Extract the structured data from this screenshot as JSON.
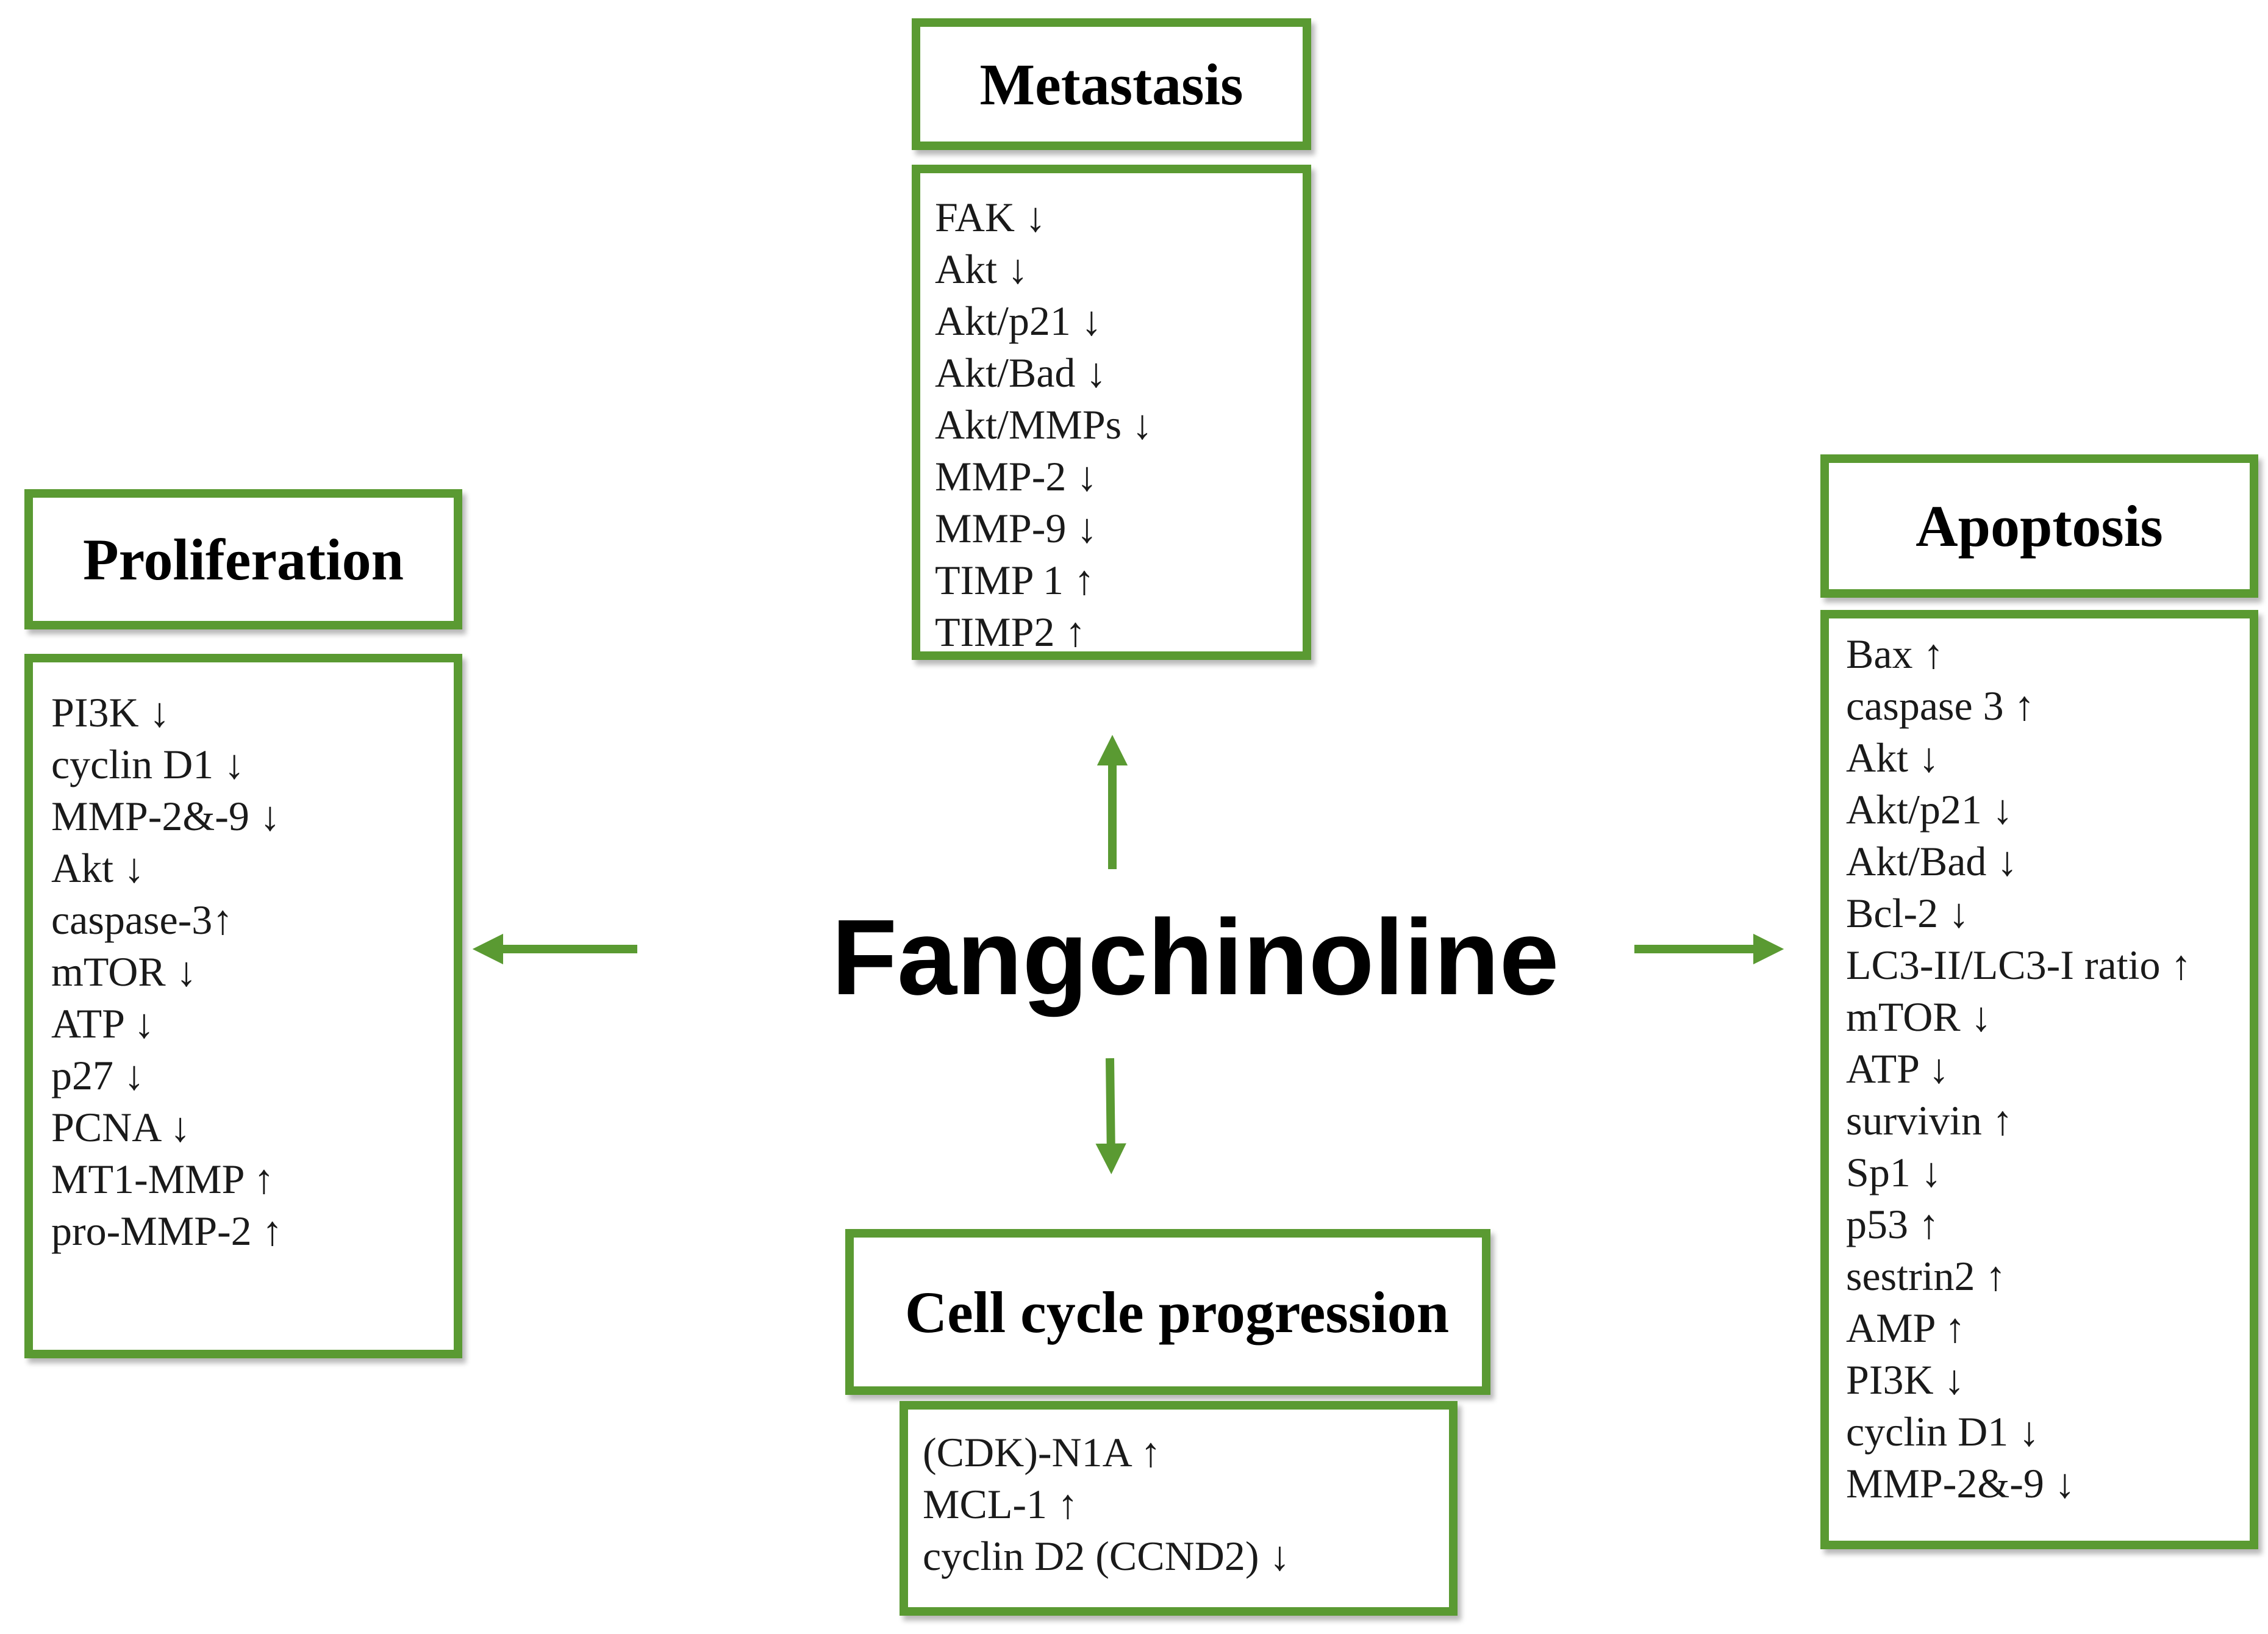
{
  "accent_color": "#5a9a32",
  "center": {
    "label": "Fangchinoline"
  },
  "boxes": {
    "metastasis": {
      "title": "Metastasis",
      "items": [
        "FAK ↓",
        "Akt ↓",
        "Akt/p21 ↓",
        "Akt/Bad ↓",
        "Akt/MMPs ↓",
        "MMP-2 ↓",
        "MMP-9 ↓",
        "TIMP 1 ↑",
        "TIMP2 ↑"
      ]
    },
    "proliferation": {
      "title": "Proliferation",
      "items": [
        "PI3K ↓",
        "cyclin D1 ↓",
        "MMP-2&-9 ↓",
        "Akt ↓",
        "caspase-3↑",
        "mTOR ↓",
        "ATP ↓",
        "p27 ↓",
        "PCNA ↓",
        "MT1-MMP ↑",
        "pro-MMP-2 ↑"
      ]
    },
    "apoptosis": {
      "title": "Apoptosis",
      "items": [
        "Bax ↑",
        "caspase 3 ↑",
        "Akt ↓",
        "Akt/p21 ↓",
        "Akt/Bad ↓",
        "Bcl-2 ↓",
        "LC3-II/LC3-I  ratio ↑",
        "mTOR ↓",
        "ATP ↓",
        "survivin ↑",
        "Sp1 ↓",
        "p53 ↑",
        "sestrin2 ↑",
        "AMP ↑",
        "PI3K ↓",
        "cyclin D1 ↓",
        "MMP-2&-9 ↓"
      ]
    },
    "cell_cycle": {
      "title": "Cell cycle progression",
      "items": [
        "(CDK)-N1A  ↑",
        "MCL-1 ↑",
        "cyclin D2 (CCND2)  ↓"
      ]
    }
  }
}
